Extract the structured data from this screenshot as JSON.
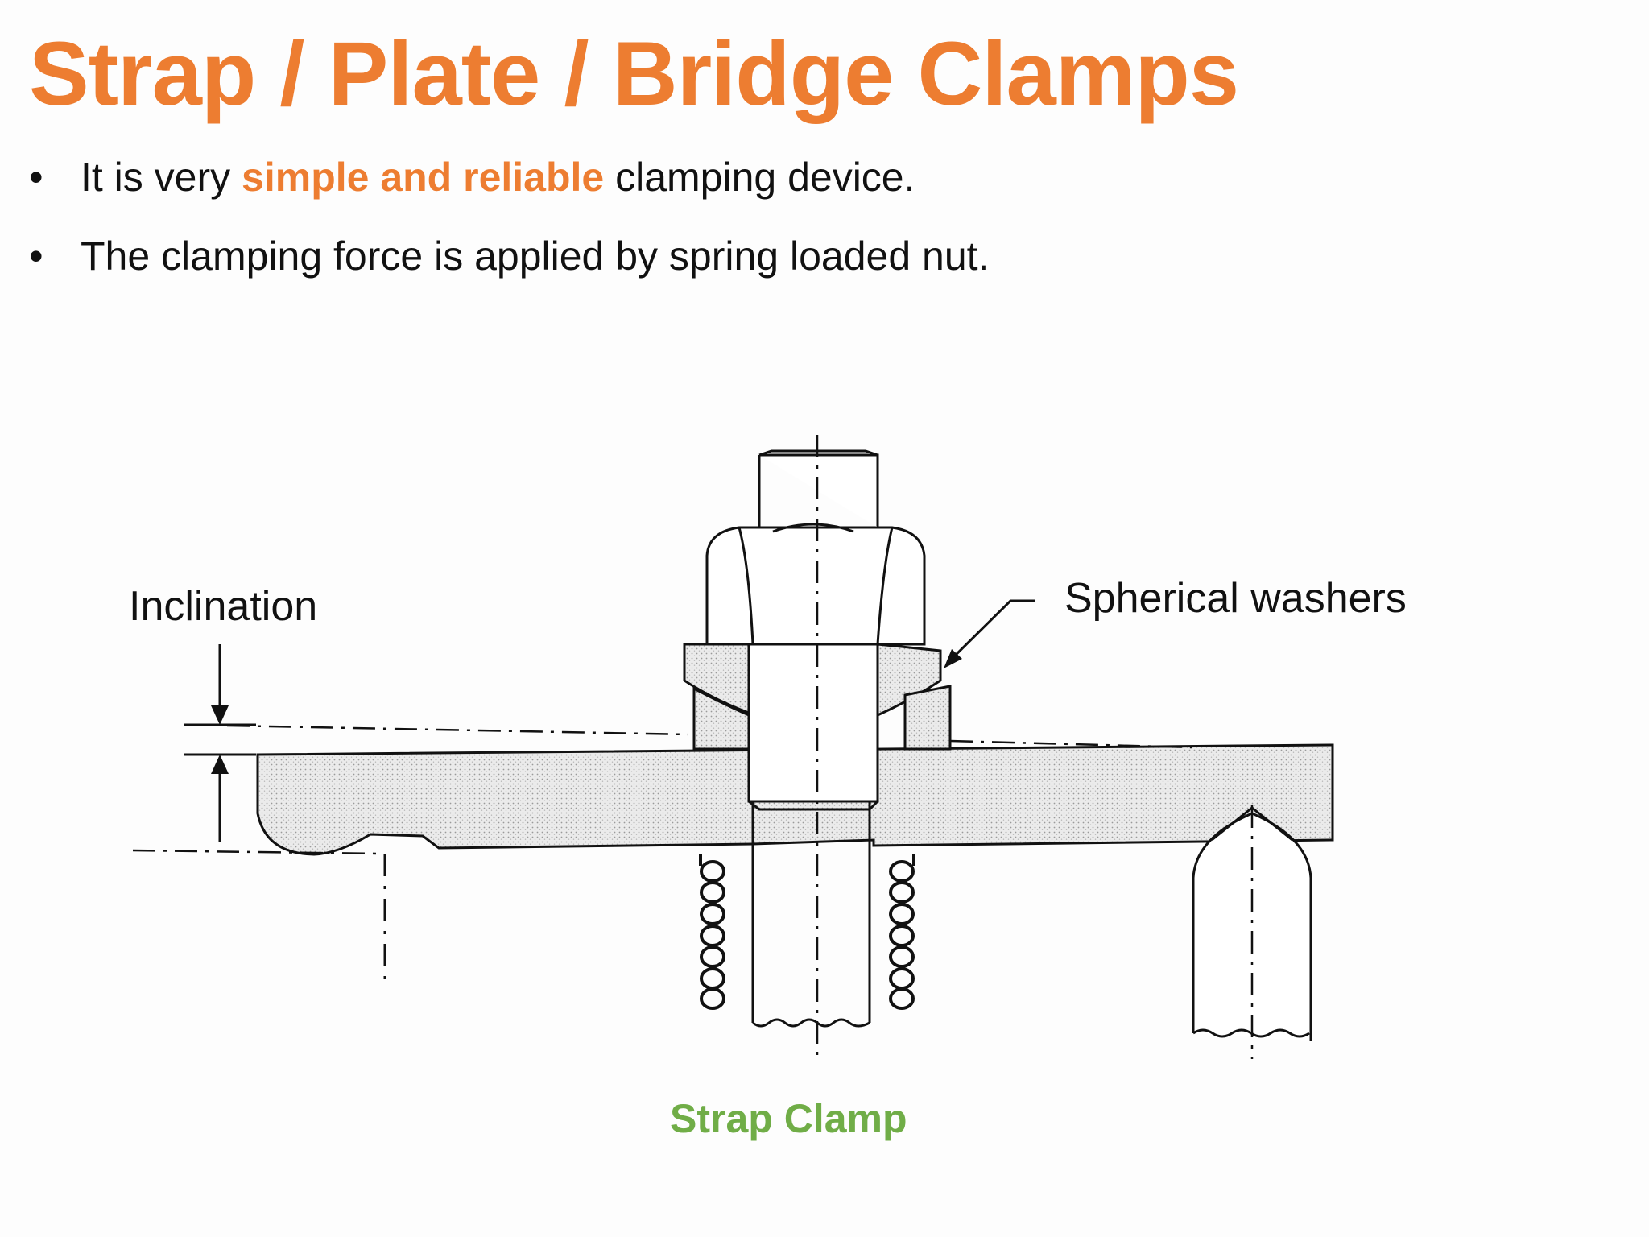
{
  "title": "Strap / Plate / Bridge Clamps",
  "bullets": [
    {
      "before": "It is very ",
      "highlight": "simple and reliable",
      "after": " clamping device."
    },
    {
      "text": "The clamping force is applied by spring loaded nut."
    }
  ],
  "bullet_marker": "•",
  "diagram": {
    "label_inclination": "Inclination",
    "label_spherical_washers": "Spherical washers",
    "caption": "Strap Clamp"
  },
  "colors": {
    "title": "#ed7d31",
    "highlight": "#ed7d31",
    "caption": "#70ad47"
  }
}
